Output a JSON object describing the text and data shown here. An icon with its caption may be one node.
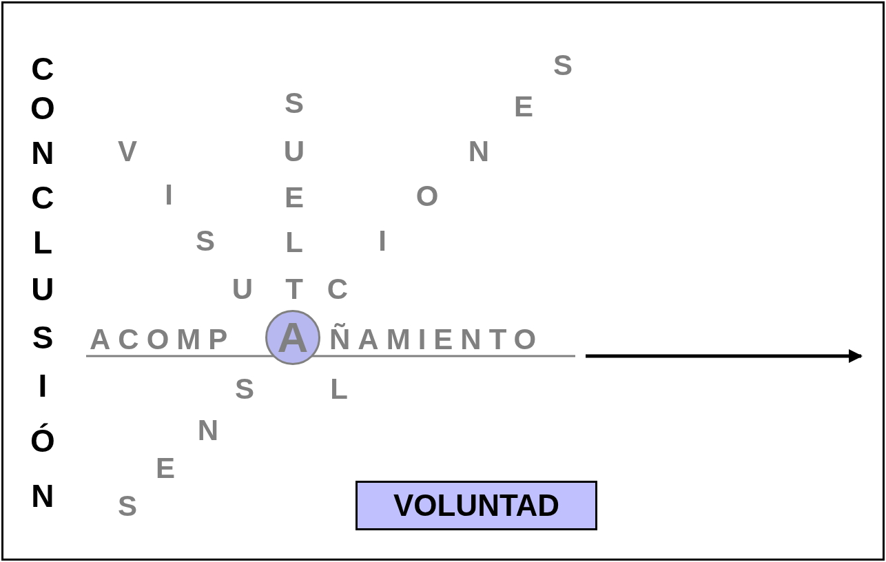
{
  "diagram": {
    "nodes": [
      {
        "text": [
          "A"
        ]
      },
      {
        "text": [
          "VOLUNTAD"
        ]
      }
    ],
    "labels": [
      "CONCLUSIÓN",
      "SUELT",
      "VISU",
      "CIONES",
      "ACOMP",
      "ÑAMIENTO",
      "SENS",
      "L"
    ]
  }
}
